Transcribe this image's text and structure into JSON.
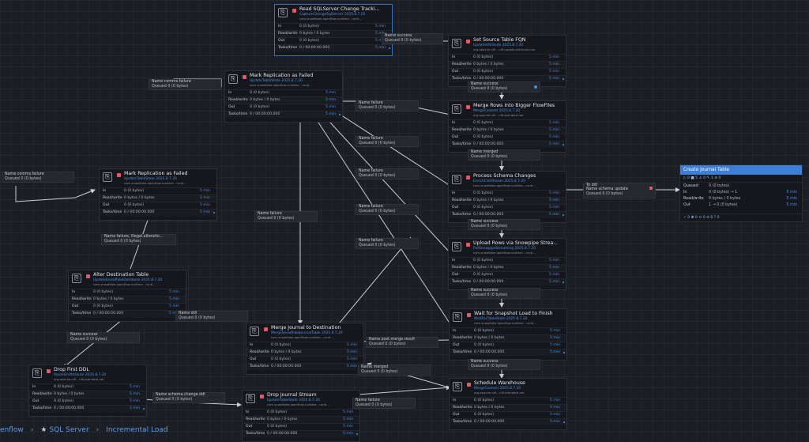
{
  "breadcrumb": {
    "items": [
      "enflow",
      "SQL Server",
      "Incremental Load"
    ],
    "separator": "›"
  },
  "colors": {
    "accent": "#4d8fe8",
    "stopped": "#e05a6a",
    "group_header": "#3e7fd6"
  },
  "processors": [
    {
      "id": "read_ct",
      "name": "Read SQLServer Change Tracki...",
      "type": "CaptureChangeSqlServer 2025.8.7.20",
      "bundle": "com.snowflake.openflow.runtime - runti...",
      "in": "0 (0 bytes)",
      "rw": "0 bytes / 0 bytes",
      "out": "0 (0 bytes)",
      "tasks": "0 / 00:00:00.000",
      "t": "5 min",
      "selected": true
    },
    {
      "id": "set_fqn",
      "name": "Set Source Table FQN",
      "type": "UpdateAttribute 2025.8.7.20",
      "bundle": "org.apache.nifi - nifi-update-attribute-nar",
      "in": "0 (0 bytes)",
      "rw": "0 bytes / 0 bytes",
      "out": "0 (0 bytes)",
      "tasks": "0 / 00:00:00.000",
      "t": "5 min"
    },
    {
      "id": "mark_failed_top",
      "name": "Mark Replication as Failed",
      "type": "UpdateTableState 2025.8.7.20",
      "bundle": "com.snowflake.openflow.runtime - runti...",
      "in": "0 (0 bytes)",
      "rw": "0 bytes / 0 bytes",
      "out": "0 (0 bytes)",
      "tasks": "0 / 00:00:00.000",
      "t": "5 min"
    },
    {
      "id": "merge_rows",
      "name": "Merge Rows Into Bigger FlowFiles",
      "type": "MergeContent 2025.8.7.20",
      "bundle": "org.apache.nifi - nifi-standard-nar",
      "in": "0 (0 bytes)",
      "rw": "0 bytes / 0 bytes",
      "out": "0 (0 bytes)",
      "tasks": "0 / 00:00:00.000",
      "t": "5 min"
    },
    {
      "id": "mark_failed_left",
      "name": "Mark Replication as Failed",
      "type": "UpdateTableState 2025.8.7.20",
      "bundle": "com.snowflake.openflow.runtime - runti...",
      "in": "0 (0 bytes)",
      "rw": "0 bytes / 0 bytes",
      "out": "0 (0 bytes)",
      "tasks": "0 / 00:00:00.000",
      "t": "5 min"
    },
    {
      "id": "process_schema",
      "name": "Process Schema Changes",
      "type": "EnrichCdcStream 2025.8.7.20",
      "bundle": "com.snowflake.openflow.runtime - runti...",
      "in": "0 (0 bytes)",
      "rw": "0 bytes / 0 bytes",
      "out": "0 (0 bytes)",
      "tasks": "0 / 00:00:00.000",
      "t": "5 min"
    },
    {
      "id": "upload_rows",
      "name": "Upload Rows via Snowpipe Strea...",
      "type": "PutSnowpipeStreaming 2025.8.7.20",
      "bundle": "com.snowflake.openflow.runtime - runti...",
      "in": "0 (0 bytes)",
      "rw": "0 bytes / 0 bytes",
      "out": "0 (0 bytes)",
      "tasks": "0 / 00:00:00.000",
      "t": "5 min"
    },
    {
      "id": "alter_dest",
      "name": "Alter Destination Table",
      "type": "UpdateSnowflakeDatabase 2025.8.7.20",
      "bundle": "com.snowflake.openflow.runtime - runti...",
      "in": "0 (0 bytes)",
      "rw": "0 bytes / 0 bytes",
      "out": "0 (0 bytes)",
      "tasks": "0 / 00:00:00.000",
      "t": "5 min"
    },
    {
      "id": "wait_snapshot",
      "name": "Wait for Snapshot Load to Finish",
      "type": "WaitForTableState 2025.8.7.20",
      "bundle": "com.snowflake.openflow.runtime - runti...",
      "in": "0 (0 bytes)",
      "rw": "0 bytes / 0 bytes",
      "out": "0 (0 bytes)",
      "tasks": "0 / 00:00:00.000",
      "t": "5 min"
    },
    {
      "id": "merge_journal",
      "name": "Merge Journal to Destination",
      "type": "MergeSnowflakeJournalTable 2025.8.7.20",
      "bundle": "com.snowflake.openflow.runtime - runti...",
      "in": "0 (0 bytes)",
      "rw": "0 bytes / 0 bytes",
      "out": "0 (0 bytes)",
      "tasks": "0 / 00:00:00.000",
      "t": "5 min"
    },
    {
      "id": "drop_ddl",
      "name": "Drop First DDL",
      "type": "RouteOnAttribute 2025.8.7.20",
      "bundle": "org.apache.nifi - nifi-standard-nar",
      "in": "0 (0 bytes)",
      "rw": "0 bytes / 0 bytes",
      "out": "0 (0 bytes)",
      "tasks": "0 / 00:00:00.000",
      "t": "5 min"
    },
    {
      "id": "schedule_wh",
      "name": "Schedule Warehouse",
      "type": "MergeContent 2025.8.7.20",
      "bundle": "org.apache.nifi - nifi-standard-nar",
      "in": "0 (0 bytes)",
      "rw": "0 bytes / 0 bytes",
      "out": "0 (0 bytes)",
      "tasks": "0 / 00:00:00.000",
      "t": "5 min"
    },
    {
      "id": "drop_journal",
      "name": "Drop Journal Stream",
      "type": "UpdateTableState 2025.8.7.20",
      "bundle": "com.snowflake.openflow.runtime - runti...",
      "in": "0 (0 bytes)",
      "rw": "0 bytes / 0 bytes",
      "out": "0 (0 bytes)",
      "tasks": "0 / 00:00:00.000",
      "t": "5 min"
    }
  ],
  "connections": [
    {
      "id": "c_success_top",
      "name": "Name  success",
      "queued": "Queued  0 (0 bytes)",
      "to": "",
      "mark": ""
    },
    {
      "id": "c_comms_top",
      "name": "Name  comms.failure",
      "queued": "Queued  0 (0 bytes)",
      "to": "",
      "mark": ""
    },
    {
      "id": "c_success_fqn",
      "name": "Name  success",
      "queued": "Queued  0 (0 bytes)",
      "to": "",
      "mark": "blue"
    },
    {
      "id": "c_failure_1",
      "name": "Name  failure",
      "queued": "Queued  0 (0 bytes)",
      "to": "",
      "mark": ""
    },
    {
      "id": "c_merged_1",
      "name": "Name  merged",
      "queued": "Queued  0 (0 bytes)",
      "to": "",
      "mark": ""
    },
    {
      "id": "c_failure_2",
      "name": "Name  failure",
      "queued": "Queued  0 (0 bytes)",
      "to": "",
      "mark": ""
    },
    {
      "id": "c_failure_3",
      "name": "Name  failure",
      "queued": "Queued  0 (0 bytes)",
      "to": "",
      "mark": ""
    },
    {
      "id": "c_comms_left",
      "name": "Name  comms.failure",
      "queued": "Queued  0 (0 bytes)",
      "to": "",
      "mark": ""
    },
    {
      "id": "c_to_ddl",
      "name": "Name  schema update",
      "queued": "Queued  0 (0 bytes)",
      "to": "To  ddl",
      "mark": "red"
    },
    {
      "id": "c_failure_4",
      "name": "Name  failure",
      "queued": "Queued  0 (0 bytes)",
      "to": "",
      "mark": ""
    },
    {
      "id": "c_failure_5",
      "name": "Name  failure",
      "queued": "Queued  0 (0 bytes)",
      "to": "",
      "mark": ""
    },
    {
      "id": "c_success_ps",
      "name": "Name  success",
      "queued": "Queued  0 (0 bytes)",
      "to": "",
      "mark": ""
    },
    {
      "id": "c_failure_illegal",
      "name": "Name  failure, illegal.alteratio...",
      "queued": "Queued  0 (0 bytes)",
      "to": "",
      "mark": ""
    },
    {
      "id": "c_failure_6",
      "name": "Name  failure",
      "queued": "Queued  0 (0 bytes)",
      "to": "",
      "mark": ""
    },
    {
      "id": "c_success_up",
      "name": "Name  success",
      "queued": "Queued  0 (0 bytes)",
      "to": "",
      "mark": ""
    },
    {
      "id": "c_ddl",
      "name": "Name  ddl",
      "queued": "Queued  0 (0 bytes)",
      "to": "",
      "mark": ""
    },
    {
      "id": "c_success_alter",
      "name": "Name  success",
      "queued": "Queued  0 (0 bytes)",
      "to": "",
      "mark": ""
    },
    {
      "id": "c_post_merge",
      "name": "Name  post.merge.result",
      "queued": "Queued  0 (0 bytes)",
      "to": "",
      "mark": ""
    },
    {
      "id": "c_success_wait",
      "name": "Name  success",
      "queued": "Queued  0 (0 bytes)",
      "to": "",
      "mark": ""
    },
    {
      "id": "c_merged_2",
      "name": "Name  merged",
      "queued": "Queued  0 (0 bytes)",
      "to": "",
      "mark": ""
    },
    {
      "id": "c_schema_ddl",
      "name": "Name  schema.change.ddl",
      "queued": "Queued  0 (0 bytes)",
      "to": "",
      "mark": ""
    },
    {
      "id": "c_failure_7",
      "name": "Name  failure",
      "queued": "Queued  0 (0 bytes)",
      "to": "",
      "mark": ""
    }
  ],
  "process_group": {
    "title": "Create Journal Table",
    "stats": "▷ 0  ■ 5  ⚠ 0  ✎ 1  ⊘ 0",
    "queued_label": "Queued",
    "queued": "0 (0 bytes)",
    "in_label": "In",
    "in": "0 (0 bytes) → 1",
    "rw_label": "Read/write",
    "rw": "0 bytes / 0 bytes",
    "out_label": "Out",
    "out": "1 → 0 (0 bytes)",
    "time": "5 min",
    "footer": "✓ 0  ✱ 0  ⊙ 0  ⊘ 0  ? 0"
  }
}
